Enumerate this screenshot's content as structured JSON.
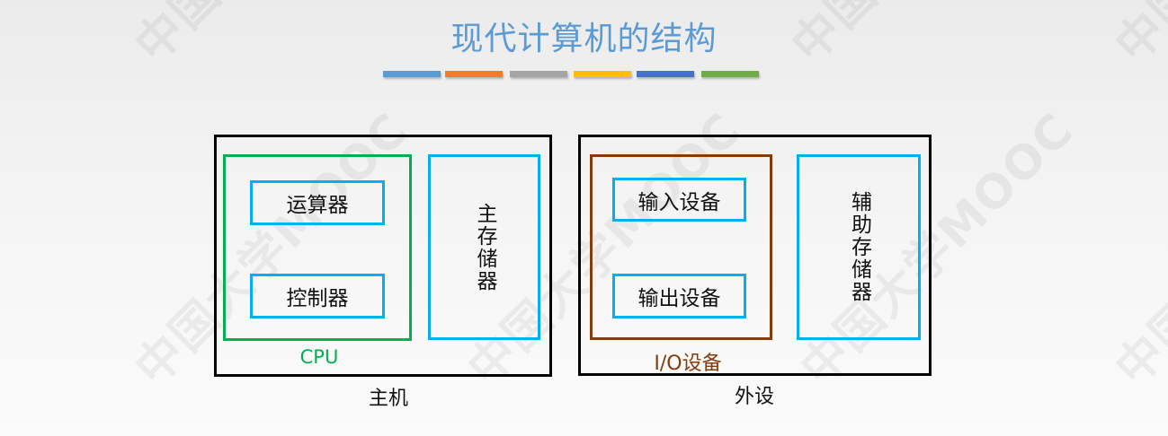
{
  "title": "现代计算机的结构",
  "accent_bars": [
    {
      "color": "#5b9bd5"
    },
    {
      "color": "#ed7d31"
    },
    {
      "color": "#a5a5a5"
    },
    {
      "color": "#ffc000"
    },
    {
      "color": "#4472c4"
    },
    {
      "color": "#70ad47"
    }
  ],
  "watermark": "中国大学MOOC",
  "diagram": {
    "host": {
      "label": "主机",
      "border_color": "#000000",
      "cpu": {
        "label": "CPU",
        "border_color": "#00b050",
        "components": [
          "运算器",
          "控制器"
        ]
      },
      "main_memory": {
        "label": "主存储器",
        "border_color": "#00b0f0"
      }
    },
    "peripherals": {
      "label": "外设",
      "border_color": "#000000",
      "io_devices": {
        "label": "I/O设备",
        "border_color": "#843c0c",
        "components": [
          "输入设备",
          "输出设备"
        ]
      },
      "aux_storage": {
        "label": "辅助存储器",
        "border_color": "#00b0f0"
      }
    }
  }
}
